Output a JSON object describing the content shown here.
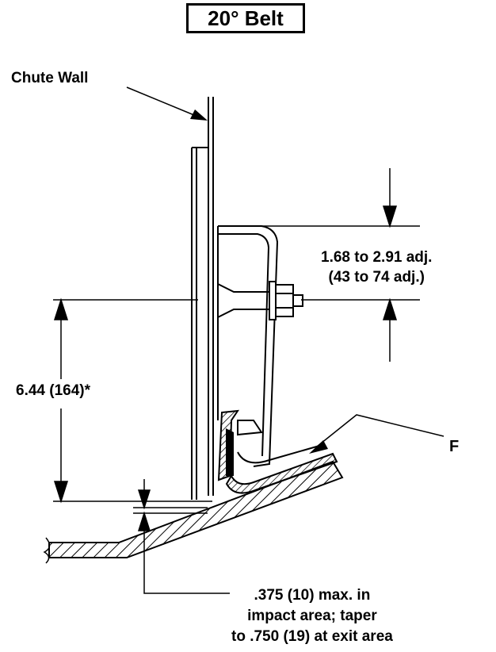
{
  "title": "20° Belt",
  "labels": {
    "chute_wall": "Chute Wall",
    "adj_range_line1": "1.68 to 2.91 adj.",
    "adj_range_line2": "(43 to 74 adj.)",
    "height_dim": "6.44 (164)*",
    "callout_f": "F",
    "gap_note_line1": ".375 (10) max. in",
    "gap_note_line2": "impact area; taper",
    "gap_note_line3": "to .750 (19) at exit area"
  }
}
